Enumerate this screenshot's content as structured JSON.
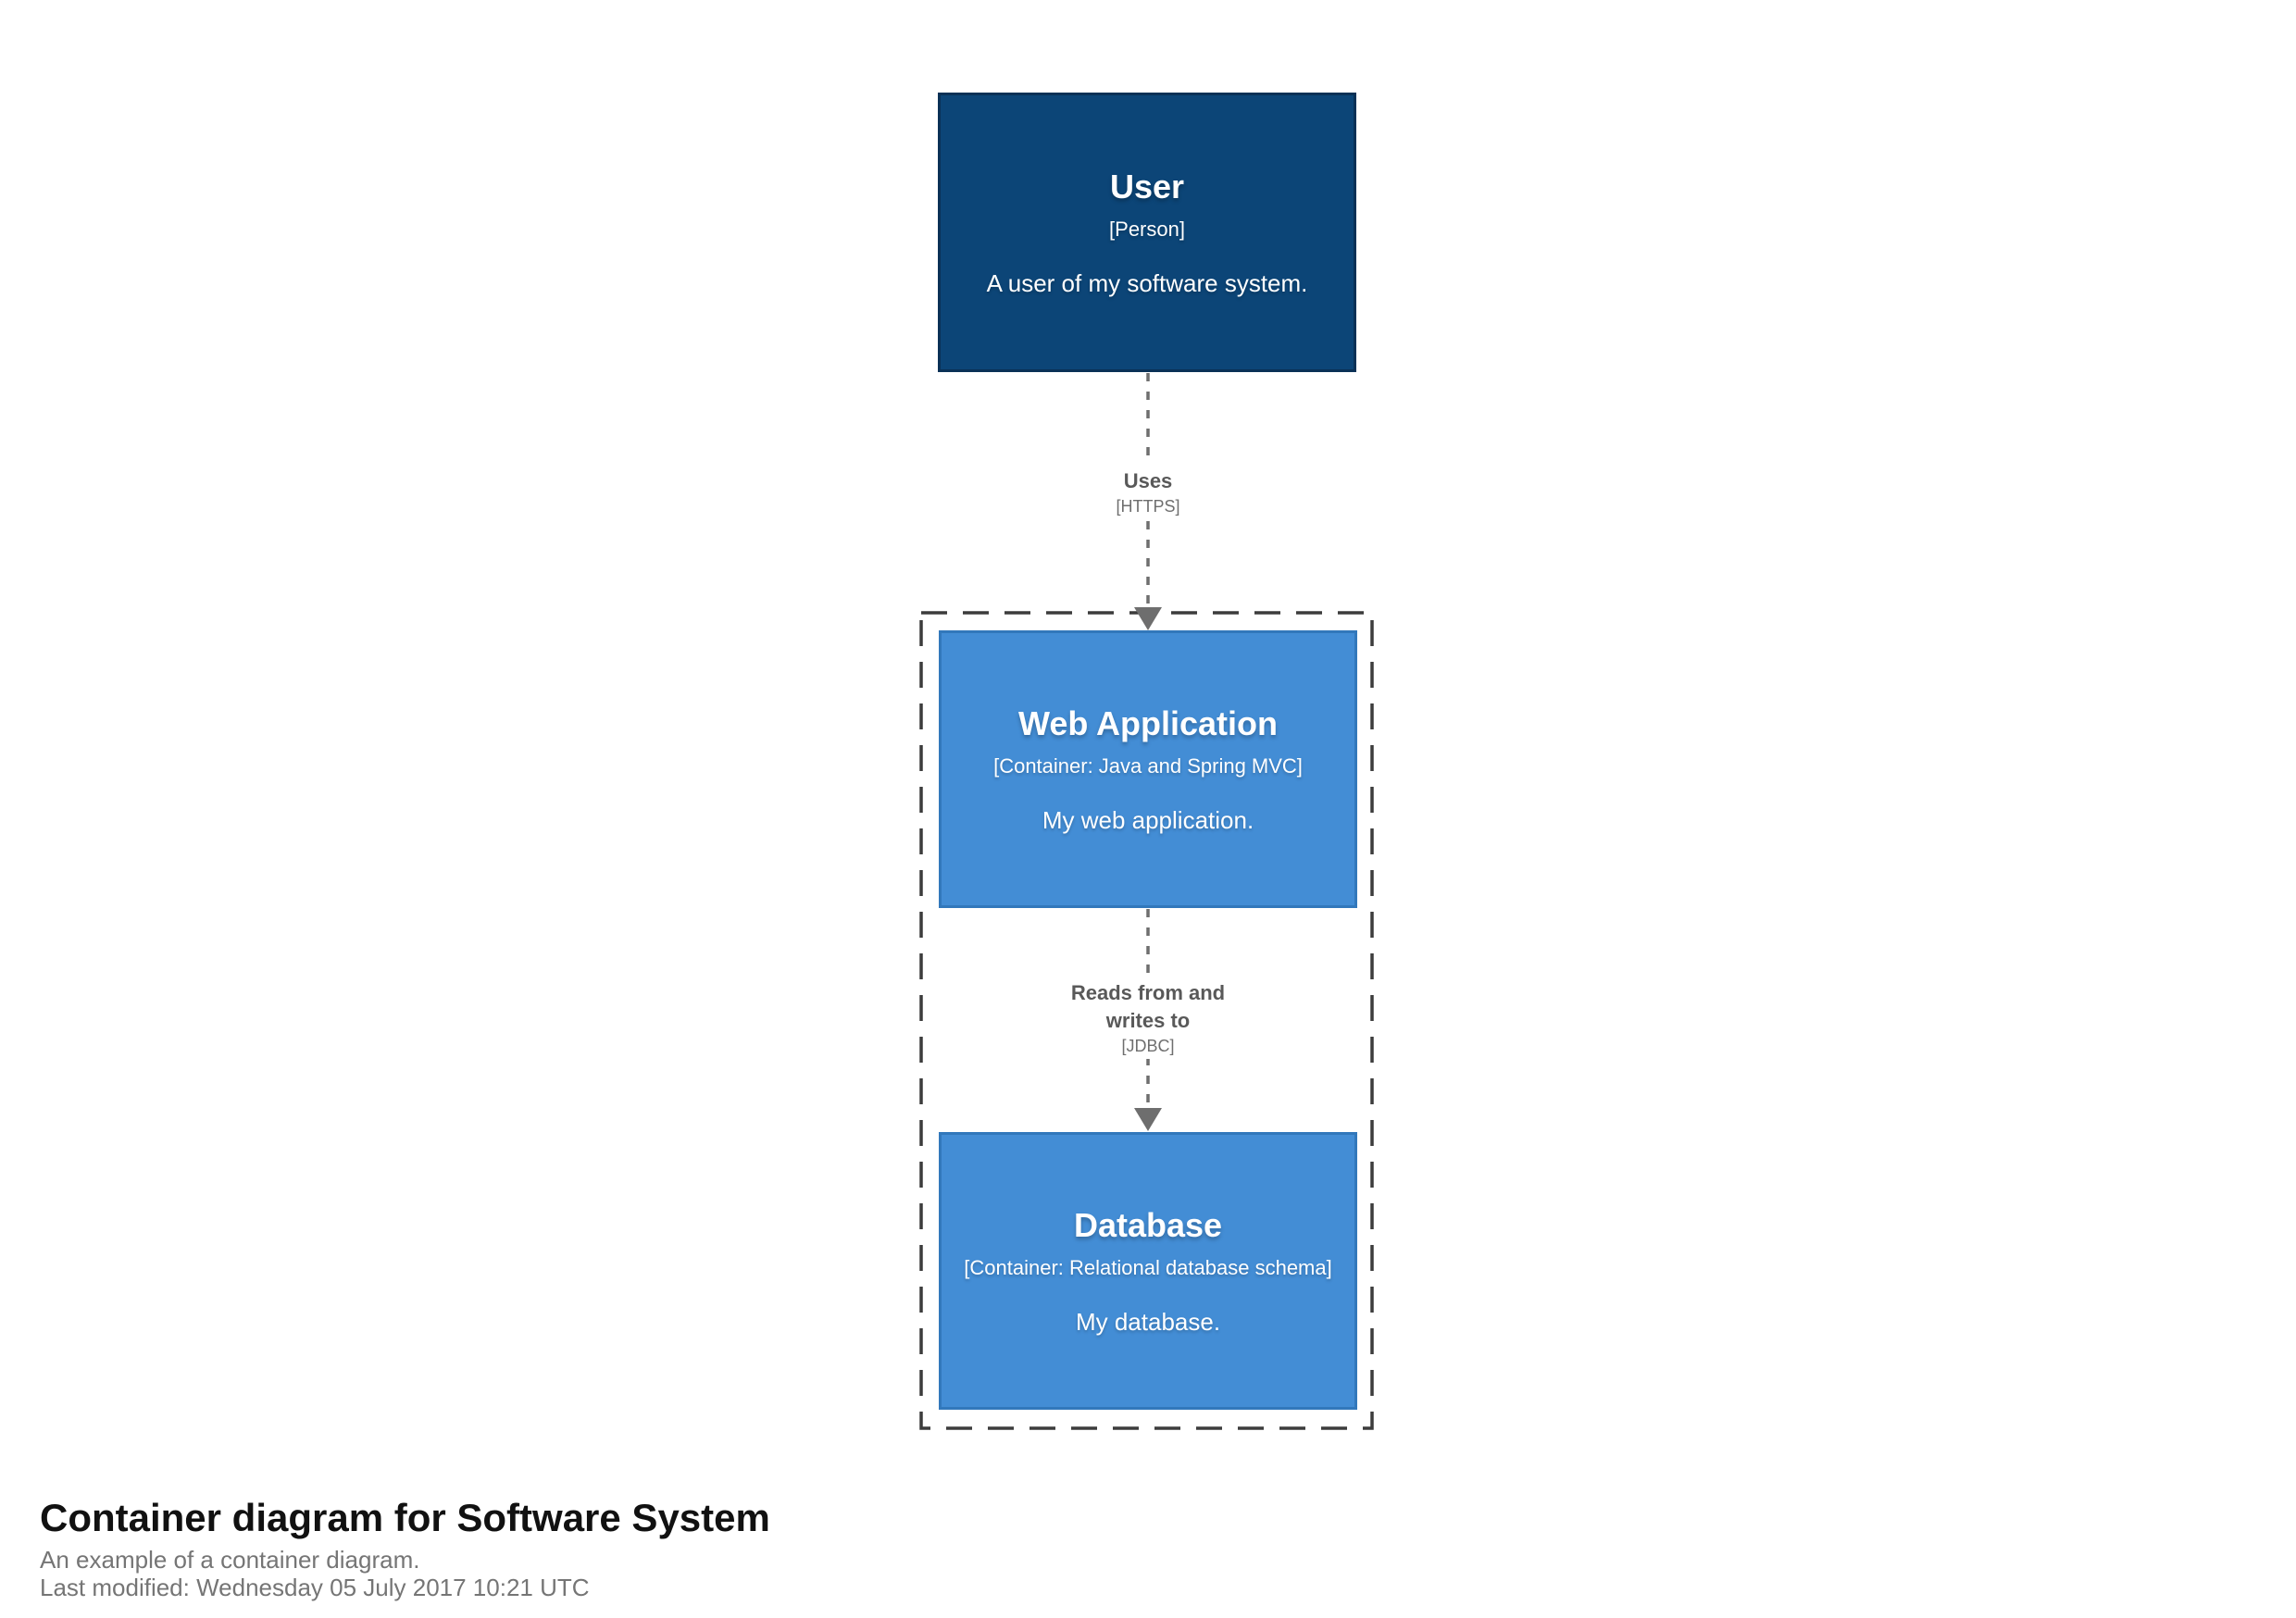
{
  "diagram": {
    "user": {
      "name": "User",
      "meta": "[Person]",
      "description": "A user of my software system."
    },
    "uses": {
      "label": "Uses",
      "technology": "[HTTPS]"
    },
    "web_application": {
      "name": "Web Application",
      "meta": "[Container: Java and Spring MVC]",
      "description": "My web application."
    },
    "reads_writes": {
      "label": "Reads from and writes to",
      "technology": "[JDBC]"
    },
    "database": {
      "name": "Database",
      "meta": "[Container: Relational database schema]",
      "description": "My database."
    }
  },
  "footer": {
    "title": "Container diagram for Software System",
    "subtitle": "An example of a container diagram.",
    "last_modified": "Last modified: Wednesday 05 July 2017 10:21 UTC"
  },
  "colors": {
    "person_fill": "#0c4577",
    "person_border": "#0a3156",
    "container_fill": "#438dd5",
    "container_border": "#3278bb",
    "relationship_gray": "#6e6e6e",
    "relationship_label_gray": "#595959",
    "boundary_gray": "#3c3c3c",
    "footer_title": "#111111",
    "footer_subtitle": "#757575"
  }
}
